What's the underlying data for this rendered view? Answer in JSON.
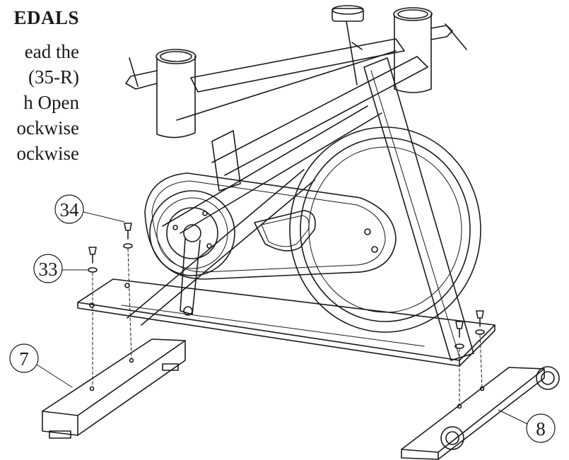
{
  "instructions": {
    "heading": "EDALS",
    "lines": [
      "ead the",
      "(35-R)",
      "h Open",
      "ockwise",
      "ockwise"
    ]
  },
  "callouts": {
    "part_7": "7",
    "part_8": "8",
    "part_33": "33",
    "part_34": "34"
  },
  "colors": {
    "ink": "#1a1a1a",
    "paper": "#ffffff",
    "leader": "#555555"
  }
}
